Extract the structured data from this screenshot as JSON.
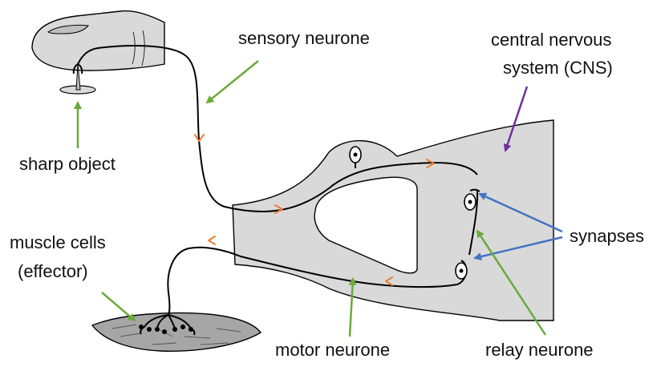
{
  "labels": {
    "sensory_neurone": "sensory neurone",
    "cns_line1": "central nervous",
    "cns_line2": "system (CNS)",
    "sharp_object": "sharp object",
    "synapses": "synapses",
    "muscle_line1": "muscle cells",
    "muscle_line2": "(effector)",
    "motor_neurone": "motor neurone",
    "relay_neurone": "relay neurone"
  },
  "colors": {
    "green_arrow": "#6aaa3a",
    "purple_arrow": "#7030a0",
    "blue_arrow": "#4472c4",
    "orange_chevron": "#ed7d31",
    "tissue_fill": "#d9d9d9",
    "muscle_fill": "#a6a6a6",
    "outline": "#000000"
  },
  "icons": [
    "finger",
    "sharp-object",
    "spinal-cord",
    "muscle-cells"
  ]
}
